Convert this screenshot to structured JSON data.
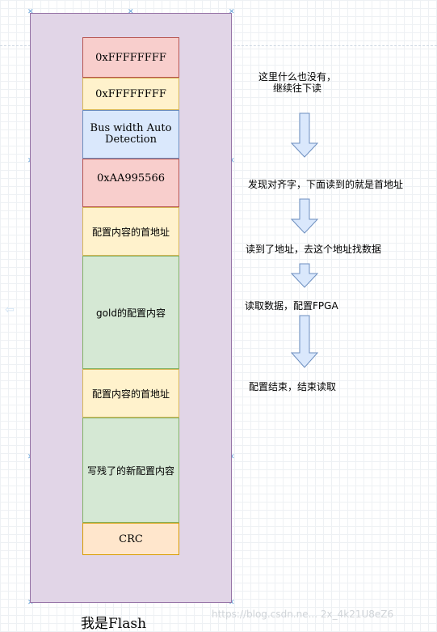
{
  "blocks": [
    {
      "text": "0xFFFFFFFF"
    },
    {
      "text": "0xFFFFFFFF"
    },
    {
      "text": "Bus width Auto Detection"
    },
    {
      "text": "0xAA995566"
    },
    {
      "text": "配置内容的首地址"
    },
    {
      "text": "gold的配置内容"
    },
    {
      "text": "配置内容的首地址"
    },
    {
      "text": "写残了的新配置内容"
    },
    {
      "text": "CRC"
    }
  ],
  "annotations": [
    {
      "text": "这里什么也没有，\n继续往下读"
    },
    {
      "text": "发现对齐字，下面读到的就是首地址"
    },
    {
      "text": "读到了地址，去这个地址找数据"
    },
    {
      "text": "读取数据，配置FPGA"
    },
    {
      "text": "配置结束，结束读取"
    }
  ],
  "title": "我是Flash",
  "watermark": "https://blog.csdn.ne... 2x_4k21U8eZ6",
  "colors": {
    "outer_fill": "#e1d5e7",
    "outer_stroke": "#9673a6",
    "arrow_fill": "#dae8fc",
    "arrow_stroke": "#6c8ebf"
  }
}
